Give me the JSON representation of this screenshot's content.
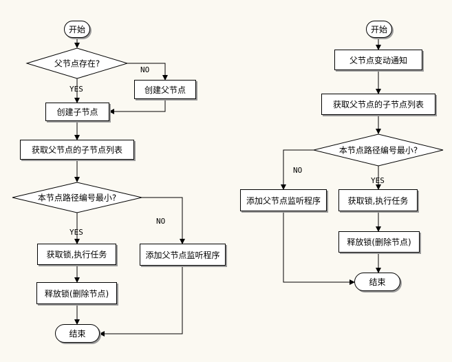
{
  "left_flow": {
    "start": "开始",
    "decision_parent_exists": "父节点存在?",
    "create_parent": "创建父节点",
    "create_child": "创建子节点",
    "get_children": "获取父节点的子节点列表",
    "decision_smallest": "本节点路径编号最小?",
    "lock_execute": "获取锁,执行任务",
    "release_lock": "释放锁(删除节点)",
    "add_watcher": "添加父节点监听程序",
    "end": "结束",
    "label_no_1": "NO",
    "label_yes_1": "YES",
    "label_no_2": "NO",
    "label_yes_2": "YES"
  },
  "right_flow": {
    "start": "开始",
    "parent_change_notice": "父节点变动通知",
    "get_children": "获取父节点的子节点列表",
    "decision_smallest": "本节点路径编号最小?",
    "add_watcher": "添加父节点监听程序",
    "lock_execute": "获取锁,执行任务",
    "release_lock": "释放锁(删除节点)",
    "end": "结束",
    "label_no": "NO",
    "label_yes": "YES"
  }
}
